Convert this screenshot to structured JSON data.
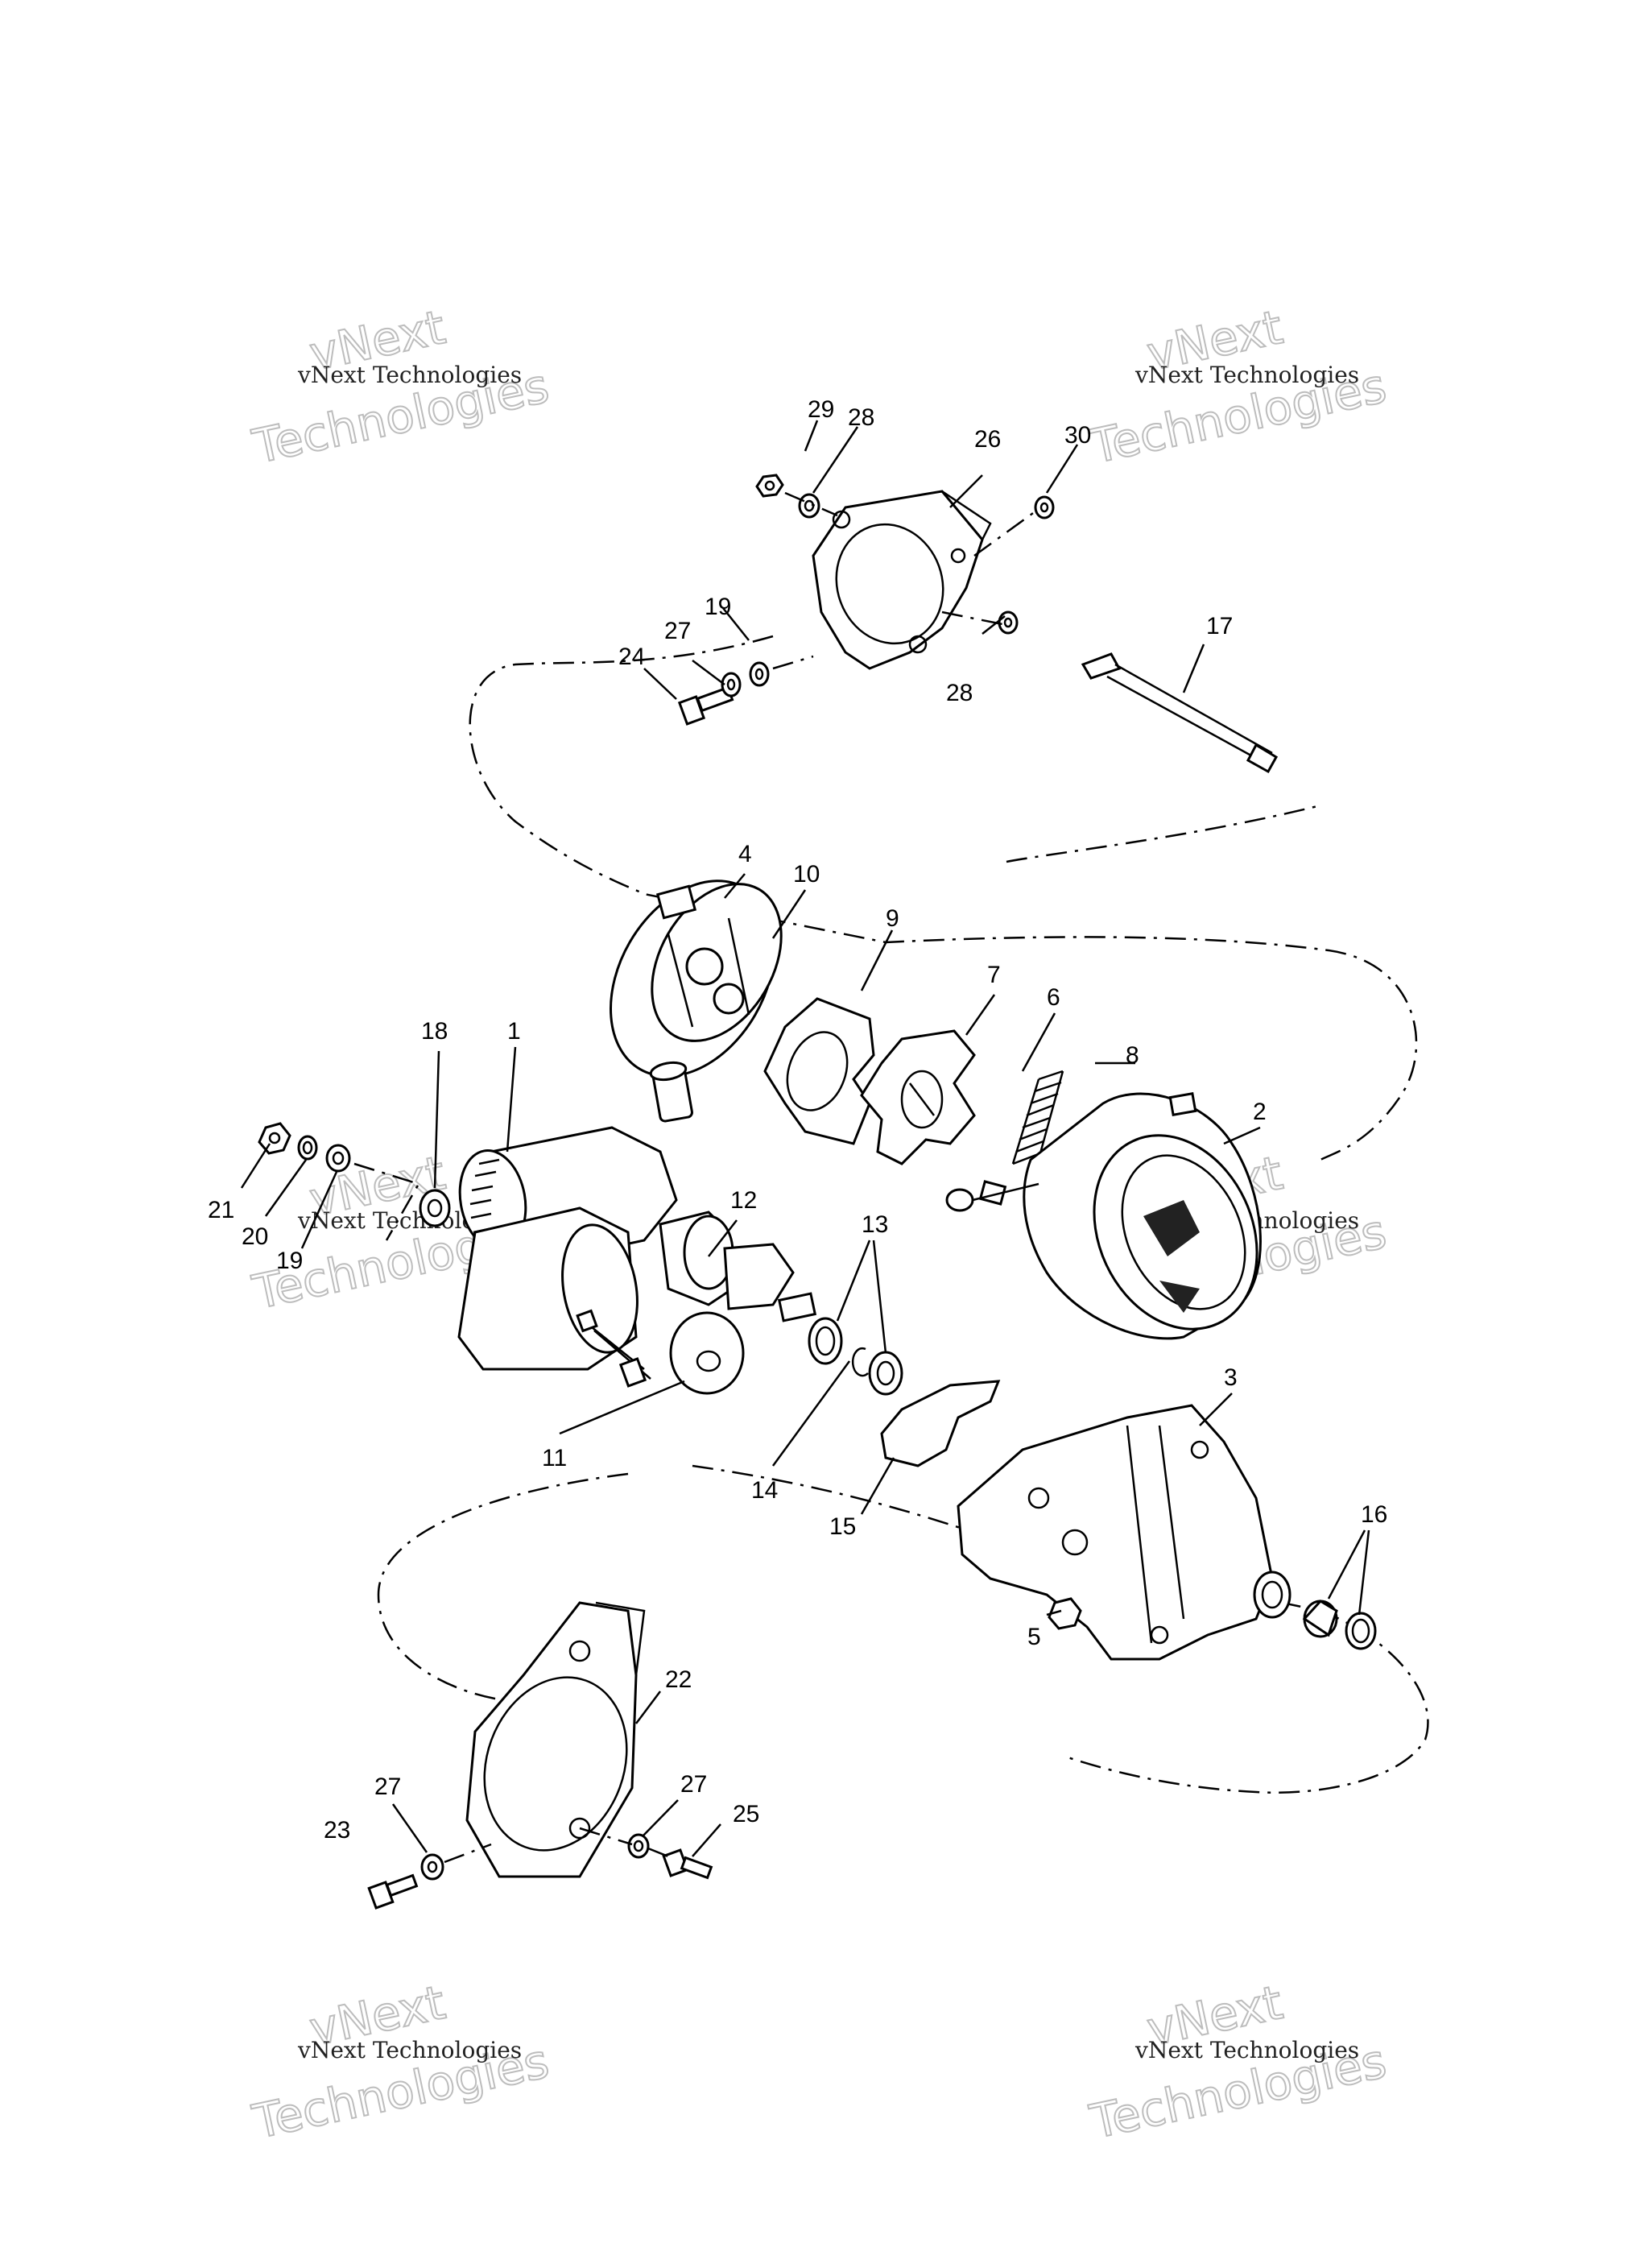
{
  "watermark": {
    "line1": "vNext Technologies",
    "line2a": "vNext",
    "line2b": "Technologies"
  },
  "labels": {
    "l1": "1",
    "l2": "2",
    "l3": "3",
    "l4": "4",
    "l5": "5",
    "l6": "6",
    "l7": "7",
    "l8": "8",
    "l9": "9",
    "l10": "10",
    "l11": "11",
    "l12": "12",
    "l13": "13",
    "l14": "14",
    "l15": "15",
    "l16": "16",
    "l17": "17",
    "l18": "18",
    "l19a": "19",
    "l19b": "19",
    "l20": "20",
    "l21": "21",
    "l22": "22",
    "l23": "23",
    "l24": "24",
    "l25": "25",
    "l26": "26",
    "l27a": "27",
    "l27b": "27",
    "l27c": "27",
    "l28a": "28",
    "l28b": "28",
    "l29": "29",
    "l30": "30"
  }
}
